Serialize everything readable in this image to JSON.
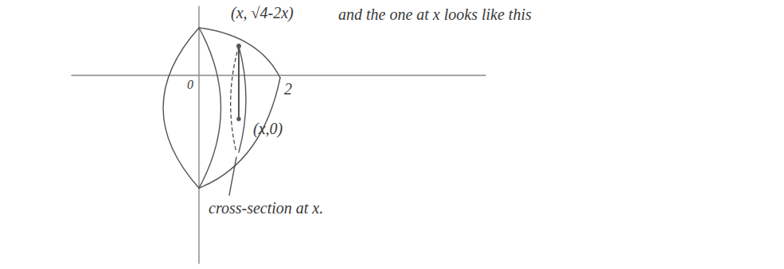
{
  "diagram": {
    "labels": [
      "(x, √4-2x)",
      "and the one at x looks like this",
      "0",
      "2",
      "(x,0)",
      "cross-section at x."
    ]
  }
}
